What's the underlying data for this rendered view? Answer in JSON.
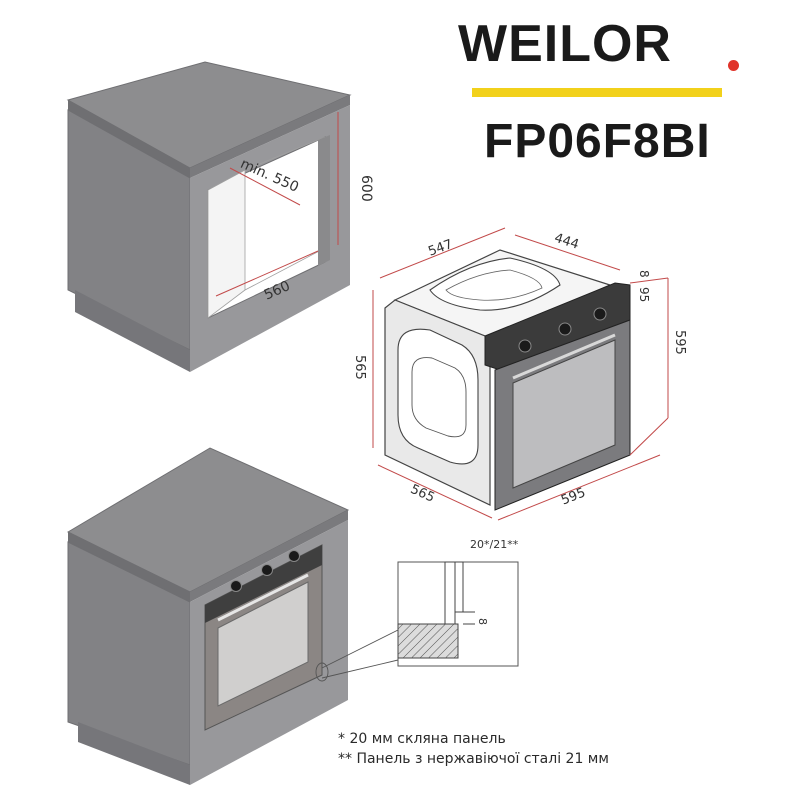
{
  "brand": {
    "name": "WEILOR",
    "dot_color": "#e0332a",
    "bar_color": "#f2d11b"
  },
  "model": "FP06F8BI",
  "top_cabinet": {
    "dim_depth_min": "min. 550",
    "dim_height": "600",
    "dim_width": "560"
  },
  "oven_dims": {
    "depth_top": "547",
    "width_top": "444",
    "panel_a": "8",
    "panel_b": "95",
    "height_right": "595",
    "height_left": "565",
    "depth_bottom": "565",
    "width_bottom": "595",
    "panel_thickness": "20*/21**"
  },
  "detail": {
    "gap": "8"
  },
  "notes": {
    "line1": "* 20 мм скляна панель",
    "line2": "** Панель з нержавіючої сталі 21 мм"
  }
}
